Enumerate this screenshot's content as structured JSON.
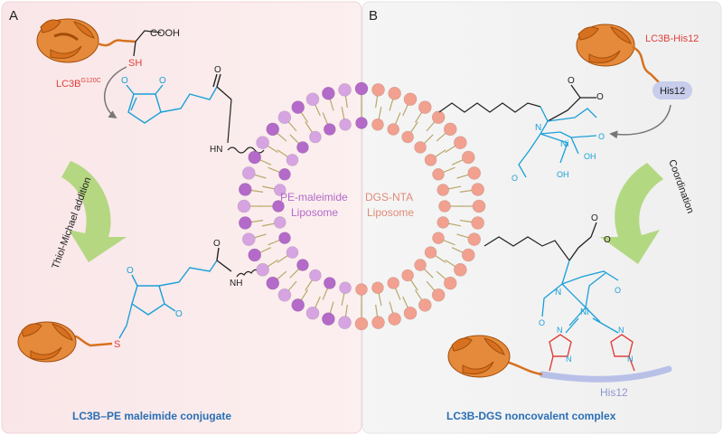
{
  "panel_a": {
    "letter": "A",
    "protein_label": "LC3B",
    "protein_superscript": "G120C",
    "cooh": "COOH",
    "sh": "SH",
    "nh": "HN",
    "nh2": "NH",
    "o": "O",
    "s": "S",
    "reaction": "Thiol-Michael addition",
    "caption": "LC3B–PE maleimide conjugate"
  },
  "panel_b": {
    "letter": "B",
    "protein_label": "LC3B-His12",
    "tag": "His12",
    "o": "O",
    "n": "N",
    "ni": "Ni",
    "oh": "OH",
    "reaction": "Coordination",
    "his_label": "His12",
    "caption": "LC3B-DGS noncovalent complex"
  },
  "liposome": {
    "left_line1": "PE-maleimide",
    "left_line2": "Liposome",
    "right_line1": "DGS-NTA",
    "right_line2": "Liposome"
  },
  "colors": {
    "panel_bg_left": "#fbe9ea",
    "panel_bg_right": "#f3f3f3",
    "purple_head": "#b36ac9",
    "purple_light": "#d7a4e2",
    "salmon_head": "#f2a08f",
    "blue": "#1aa0d8",
    "red": "#e0403a",
    "orange": "#d86b1e",
    "caption_blue": "#2a6fb5",
    "arrow_green": "#9bcf63",
    "his_tag": "#c7cdeb"
  }
}
